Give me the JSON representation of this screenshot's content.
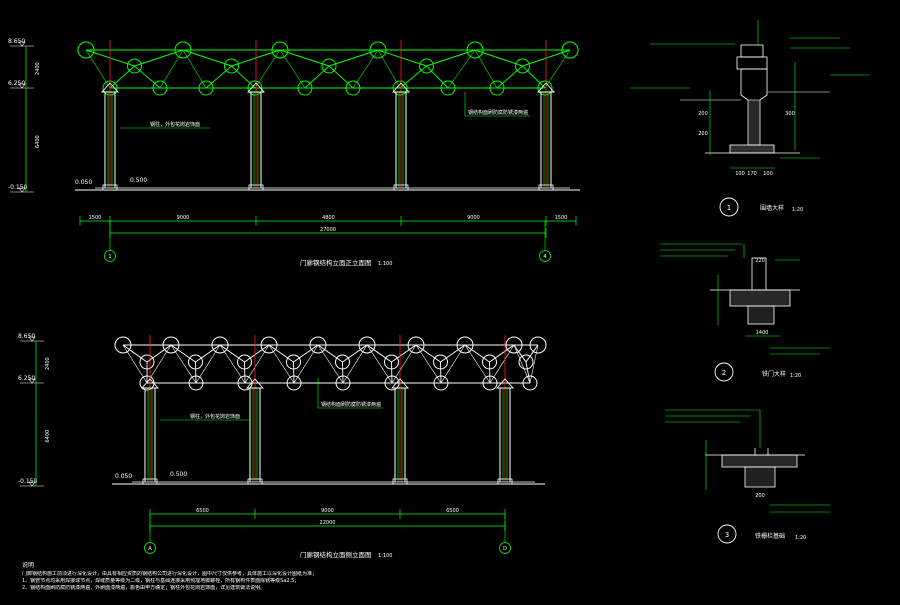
{
  "colors": {
    "bg": "#000000",
    "green": "#00ff00",
    "white": "#ffffff",
    "red": "#ff2020",
    "gray": "#bfbfbf"
  },
  "elev_front": {
    "title": "门廊钢结构立面正立面图",
    "scale": "1:100",
    "levels": [
      "8.650",
      "6.250",
      "0.050",
      "-0.150",
      "0.500"
    ],
    "dims": [
      "1500",
      "9000",
      "4800",
      "9000",
      "1500",
      "27000"
    ],
    "dims_v": [
      "2400",
      "6400"
    ],
    "axes": [
      "1",
      "4"
    ],
    "note1": "钢柱，外包花岗岩饰面",
    "note2": "钢结构面刷防腐防锈漆两遍"
  },
  "elev_side": {
    "title": "门廊钢结构立面侧立面图",
    "scale": "1:100",
    "levels": [
      "8.650",
      "6.250",
      "0.050",
      "-0.150",
      "0.500"
    ],
    "dims": [
      "6500",
      "9000",
      "6500",
      "22000"
    ],
    "dims_v": [
      "2400",
      "6400"
    ],
    "axes": [
      "A",
      "D"
    ],
    "note1": "钢柱，外包花岗岩饰面",
    "note2": "钢结构面刷防腐防锈漆两遍"
  },
  "details": [
    {
      "num": "1",
      "title": "围墙大样",
      "scale": "1:20"
    },
    {
      "num": "2",
      "title": "铁门大样",
      "scale": "1:20"
    },
    {
      "num": "3",
      "title": "铁栅栏基础",
      "scale": "1:20"
    }
  ],
  "detail1_dims": [
    "100",
    "170",
    "100",
    "200",
    "200",
    "300"
  ],
  "detail2_dims": [
    "220",
    "1400"
  ],
  "detail3_dims": [
    "200"
  ],
  "notes": {
    "heading": "说明",
    "lines": [
      "门廊钢结构施工前须进行深化设计，由具有相应资质的钢结构公司进行深化设计，图中尺寸仅供参考，具体施工以深化设计图纸为准；",
      "1、钢管节点均采用焊接球节点，焊缝质量等级为二级，钢柱与基础连接采用预埋地脚螺栓，所有钢构件表面除锈等级Sa2.5；",
      "2、钢结构面刷防腐防锈漆两遍，外刷面漆两遍，颜色由甲方确定；钢柱外包花岗岩饰面，详见建筑做法说明。"
    ]
  }
}
